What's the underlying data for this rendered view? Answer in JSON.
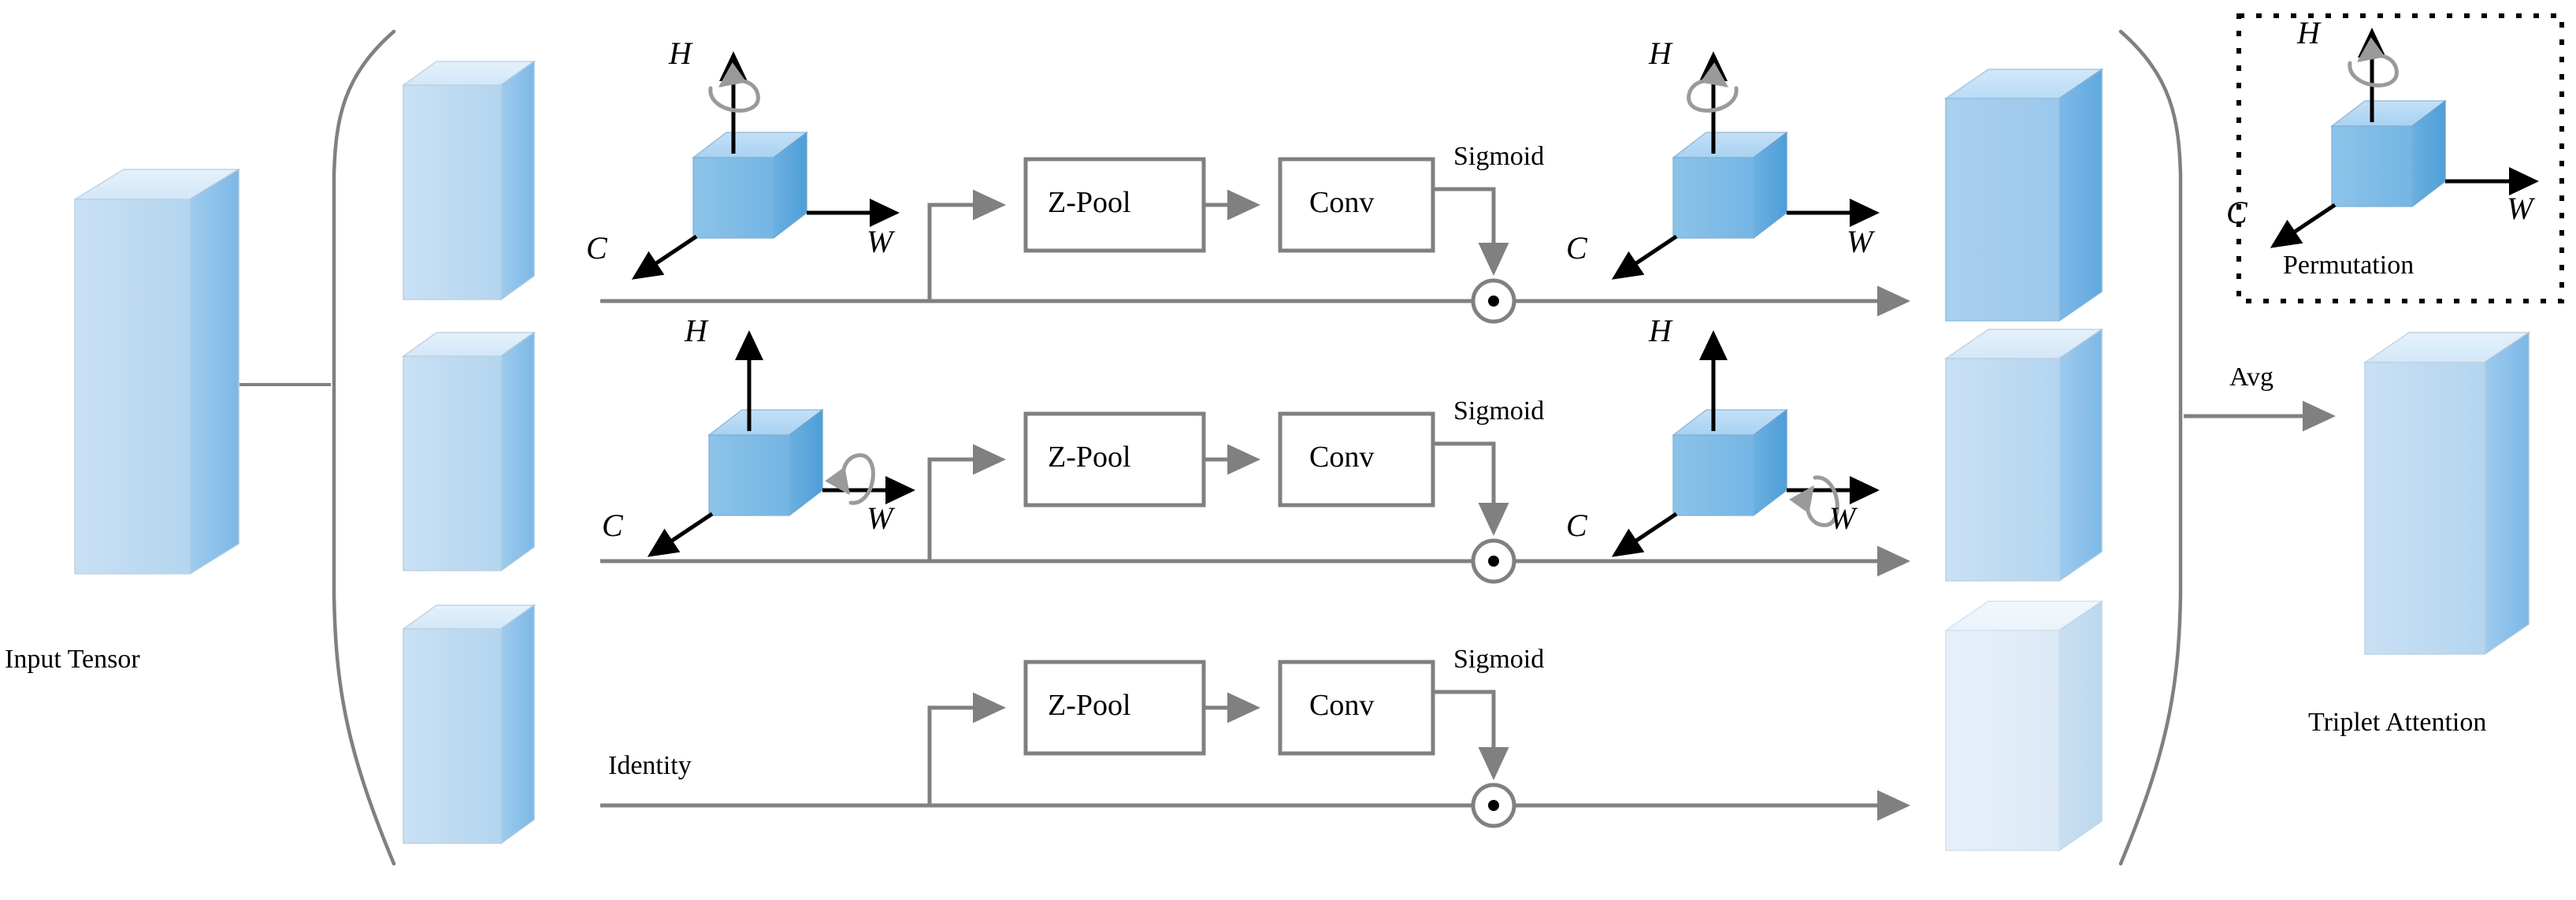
{
  "figure": {
    "title": "Triplet Attention",
    "type": "neural-network-architecture-diagram"
  },
  "colors": {
    "tensor_front": "#bcd9f0",
    "tensor_top": "#d6e9f8",
    "tensor_side": "#89c0e8",
    "tensor_front_dark": "#9dcbee",
    "tensor_side_dark": "#6aaee0",
    "tensor_front_pale": "#e2edf8",
    "tensor_side_pale": "#c1dcf1",
    "cube_front": "#7fbbe6",
    "cube_top": "#b6d9f2",
    "cube_side": "#56a6dd",
    "line_gray": "#808080",
    "arrow_black": "#000000",
    "curl_gray": "#9a9a9a",
    "box_border": "#808080",
    "brace_gray": "#808080"
  },
  "input": {
    "label": "Input Tensor"
  },
  "branches": [
    {
      "id": "branch-1",
      "rotation_axis": "H",
      "axis_labels_left": {
        "h": "H",
        "c": "C",
        "w": "W"
      },
      "axis_labels_right": {
        "h": "H",
        "c": "C",
        "w": "W"
      },
      "path_label": "",
      "pool_label": "Z-Pool",
      "conv_label": "Conv",
      "sigmoid_label": "Sigmoid",
      "multiply_symbol": "⊙"
    },
    {
      "id": "branch-2",
      "rotation_axis": "W",
      "axis_labels_left": {
        "h": "H",
        "c": "C",
        "w": "W"
      },
      "axis_labels_right": {
        "h": "H",
        "c": "C",
        "w": "W"
      },
      "path_label": "",
      "pool_label": "Z-Pool",
      "conv_label": "Conv",
      "sigmoid_label": "Sigmoid",
      "multiply_symbol": "⊙"
    },
    {
      "id": "branch-3",
      "rotation_axis": "none",
      "path_label": "Identity",
      "pool_label": "Z-Pool",
      "conv_label": "Conv",
      "sigmoid_label": "Sigmoid",
      "multiply_symbol": "⊙"
    }
  ],
  "aggregate": {
    "label": "Avg",
    "output_label": "Triplet Attention"
  },
  "legend": {
    "title": "Permutation",
    "axis_h": "H",
    "axis_c": "C",
    "axis_w": "W"
  }
}
